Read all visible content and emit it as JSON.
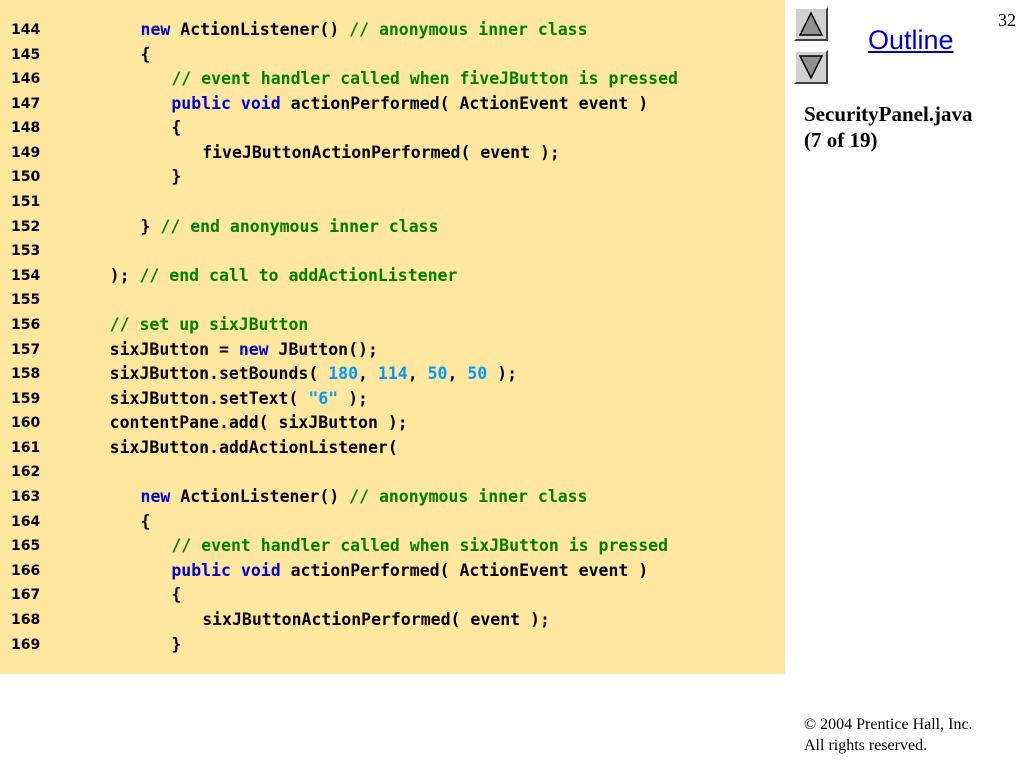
{
  "slide": {
    "page_number": "32",
    "outline_label": "Outline",
    "file_title_line1": "SecurityPanel.java",
    "file_title_line2": "(7 of 19)",
    "footer_line1": "© 2004 Prentice Hall, Inc.",
    "footer_line2": "All rights reserved."
  },
  "nav": {
    "up_icon": "triangle-up-icon",
    "down_icon": "triangle-down-icon"
  },
  "colors": {
    "code_background": "#ffe7a0",
    "keyword": "#0000cc",
    "comment": "#008000",
    "literal": "#0099ff",
    "outline_link": "#0000cc"
  },
  "code": {
    "lines": [
      {
        "num": "144",
        "indent": 9,
        "tokens": [
          {
            "t": "new",
            "c": "kw"
          },
          {
            "t": " ActionListener() ",
            "c": "tx"
          },
          {
            "t": "// anonymous inner class",
            "c": "cm"
          }
        ]
      },
      {
        "num": "145",
        "indent": 9,
        "tokens": [
          {
            "t": "{",
            "c": "tx"
          }
        ]
      },
      {
        "num": "146",
        "indent": 12,
        "tokens": [
          {
            "t": "// event handler called when fiveJButton is pressed",
            "c": "cm"
          }
        ]
      },
      {
        "num": "147",
        "indent": 12,
        "tokens": [
          {
            "t": "public",
            "c": "kw"
          },
          {
            "t": " ",
            "c": "tx"
          },
          {
            "t": "void",
            "c": "kw"
          },
          {
            "t": " actionPerformed( ActionEvent event )",
            "c": "tx"
          }
        ]
      },
      {
        "num": "148",
        "indent": 12,
        "tokens": [
          {
            "t": "{",
            "c": "tx"
          }
        ]
      },
      {
        "num": "149",
        "indent": 15,
        "tokens": [
          {
            "t": "fiveJButtonActionPerformed( event );",
            "c": "tx"
          }
        ]
      },
      {
        "num": "150",
        "indent": 12,
        "tokens": [
          {
            "t": "}",
            "c": "tx"
          }
        ]
      },
      {
        "num": "151",
        "indent": 0,
        "tokens": []
      },
      {
        "num": "152",
        "indent": 9,
        "tokens": [
          {
            "t": "} ",
            "c": "tx"
          },
          {
            "t": "// end anonymous inner class",
            "c": "cm"
          }
        ]
      },
      {
        "num": "153",
        "indent": 0,
        "tokens": []
      },
      {
        "num": "154",
        "indent": 6,
        "tokens": [
          {
            "t": "); ",
            "c": "tx"
          },
          {
            "t": "// end call to addActionListener",
            "c": "cm"
          }
        ]
      },
      {
        "num": "155",
        "indent": 0,
        "tokens": []
      },
      {
        "num": "156",
        "indent": 6,
        "tokens": [
          {
            "t": "// set up sixJButton",
            "c": "cm"
          }
        ]
      },
      {
        "num": "157",
        "indent": 6,
        "tokens": [
          {
            "t": "sixJButton = ",
            "c": "tx"
          },
          {
            "t": "new",
            "c": "kw"
          },
          {
            "t": " JButton();",
            "c": "tx"
          }
        ]
      },
      {
        "num": "158",
        "indent": 6,
        "tokens": [
          {
            "t": "sixJButton.setBounds( ",
            "c": "tx"
          },
          {
            "t": "180",
            "c": "lit"
          },
          {
            "t": ", ",
            "c": "tx"
          },
          {
            "t": "114",
            "c": "lit"
          },
          {
            "t": ", ",
            "c": "tx"
          },
          {
            "t": "50",
            "c": "lit"
          },
          {
            "t": ", ",
            "c": "tx"
          },
          {
            "t": "50",
            "c": "lit"
          },
          {
            "t": " );",
            "c": "tx"
          }
        ]
      },
      {
        "num": "159",
        "indent": 6,
        "tokens": [
          {
            "t": "sixJButton.setText( ",
            "c": "tx"
          },
          {
            "t": "\"6\"",
            "c": "lit"
          },
          {
            "t": " );",
            "c": "tx"
          }
        ]
      },
      {
        "num": "160",
        "indent": 6,
        "tokens": [
          {
            "t": "contentPane.add( sixJButton );",
            "c": "tx"
          }
        ]
      },
      {
        "num": "161",
        "indent": 6,
        "tokens": [
          {
            "t": "sixJButton.addActionListener(",
            "c": "tx"
          }
        ]
      },
      {
        "num": "162",
        "indent": 0,
        "tokens": []
      },
      {
        "num": "163",
        "indent": 9,
        "tokens": [
          {
            "t": "new",
            "c": "kw"
          },
          {
            "t": " ActionListener() ",
            "c": "tx"
          },
          {
            "t": "// anonymous inner class",
            "c": "cm"
          }
        ]
      },
      {
        "num": "164",
        "indent": 9,
        "tokens": [
          {
            "t": "{",
            "c": "tx"
          }
        ]
      },
      {
        "num": "165",
        "indent": 12,
        "tokens": [
          {
            "t": "// event handler called when sixJButton is pressed",
            "c": "cm"
          }
        ]
      },
      {
        "num": "166",
        "indent": 12,
        "tokens": [
          {
            "t": "public",
            "c": "kw"
          },
          {
            "t": " ",
            "c": "tx"
          },
          {
            "t": "void",
            "c": "kw"
          },
          {
            "t": " actionPerformed( ActionEvent event )",
            "c": "tx"
          }
        ]
      },
      {
        "num": "167",
        "indent": 12,
        "tokens": [
          {
            "t": "{",
            "c": "tx"
          }
        ]
      },
      {
        "num": "168",
        "indent": 15,
        "tokens": [
          {
            "t": "sixJButtonActionPerformed( event );",
            "c": "tx"
          }
        ]
      },
      {
        "num": "169",
        "indent": 12,
        "tokens": [
          {
            "t": "}",
            "c": "tx"
          }
        ]
      }
    ]
  }
}
